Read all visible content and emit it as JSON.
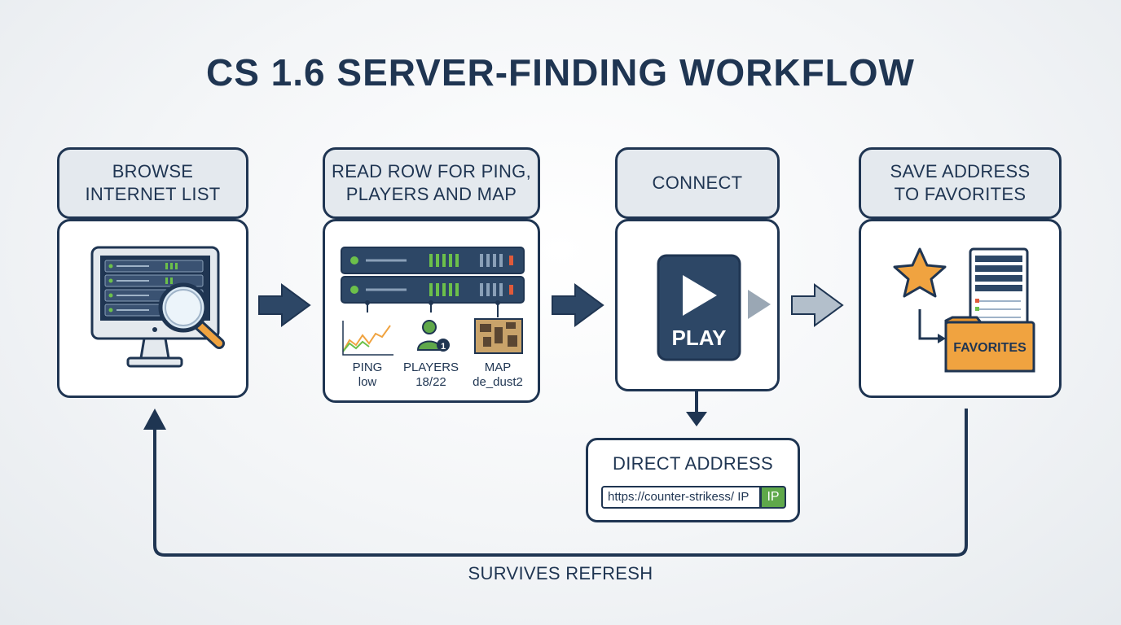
{
  "title": "CS 1.6 SERVER-FINDING WORKFLOW",
  "steps": [
    {
      "label_line1": "BROWSE",
      "label_line2": "INTERNET LIST"
    },
    {
      "label_line1": "READ ROW FOR PING,",
      "label_line2": "PLAYERS AND MAP"
    },
    {
      "label_line1": "CONNECT",
      "label_line2": ""
    },
    {
      "label_line1": "SAVE ADDRESS",
      "label_line2": "TO FAVORITES"
    }
  ],
  "details": {
    "ping_label": "PING",
    "ping_value": "low",
    "players_label": "PLAYERS",
    "players_value": "18/22",
    "players_badge": "1",
    "map_label": "MAP",
    "map_value": "de_dust2"
  },
  "connect": {
    "play_label": "PLAY"
  },
  "favorites": {
    "folder_label": "FAVORITES"
  },
  "direct_address": {
    "title": "DIRECT ADDRESS",
    "url": "https://counter-strikess/ IP",
    "badge": "IP"
  },
  "loop_label": "SURVIVES REFRESH",
  "colors": {
    "navy": "#1f3552",
    "green": "#5fa84a",
    "orange": "#f0a340",
    "grey_arrow": "#9aa7b4"
  }
}
